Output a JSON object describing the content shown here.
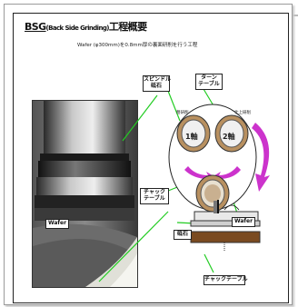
{
  "title": {
    "abbr": "BSG",
    "full": "(Back Side Grinding)",
    "jp": "工程概要"
  },
  "subtitle": "Wafer (φ300mm)を0.8mm厚の裏面研削を行う工程",
  "labels": {
    "spindle": "スピンドル\n砥石",
    "turn_table": "ターン\nテーブル",
    "chuck_table": "チャック\nテーブル",
    "wafer_photo": "Wafer",
    "wafer_side": "Wafer",
    "wheel": "砥石",
    "chuck_table_bottom": "チャックテーブル",
    "rough": "粗研削",
    "finish": "仕上研削",
    "axis1": "1軸",
    "axis2": "2軸"
  },
  "colors": {
    "arrow_magenta": "#cc33cc",
    "pointer_green": "#22cc22",
    "stage_brown": "#7a4a20"
  }
}
